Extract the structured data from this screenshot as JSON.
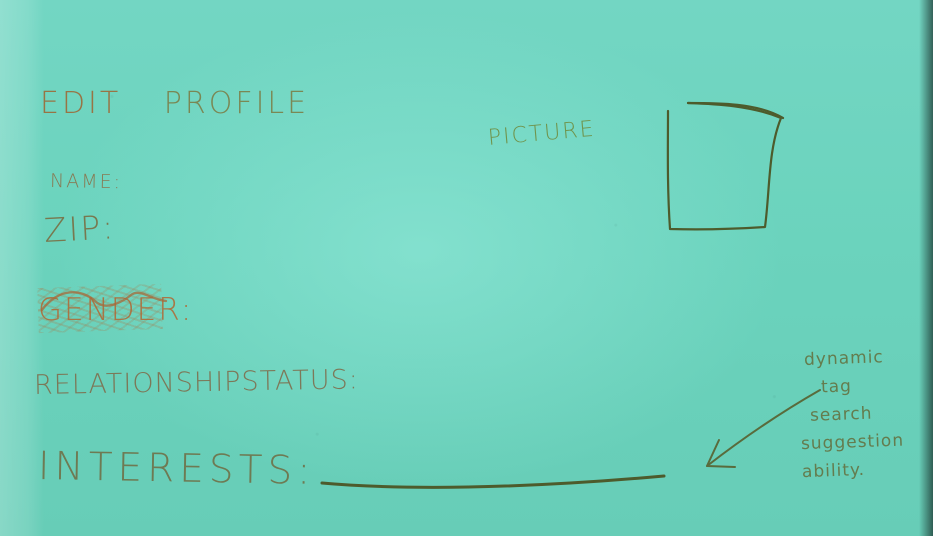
{
  "sketch": {
    "title_part1": "Edit",
    "title_part2": "PROFILE",
    "picture_label": "picture",
    "fields": {
      "name": "NAME:",
      "zip": "ZIP:",
      "gender": "GENDER:",
      "relationship": "RELATIONSHIPSTATUS:",
      "interests": "INTERESTS:"
    },
    "note": [
      "dynamic",
      "tag",
      "search",
      "suggestion",
      "ability."
    ]
  },
  "colors": {
    "paper": "#6ccfbb",
    "pencil_dark": "#5f6b3b",
    "pencil_orange": "#a76a3a",
    "line": "#4d5b2c"
  },
  "icons": {
    "picture_box": "square-placeholder-icon",
    "arrow": "arrow-left-down-icon"
  }
}
